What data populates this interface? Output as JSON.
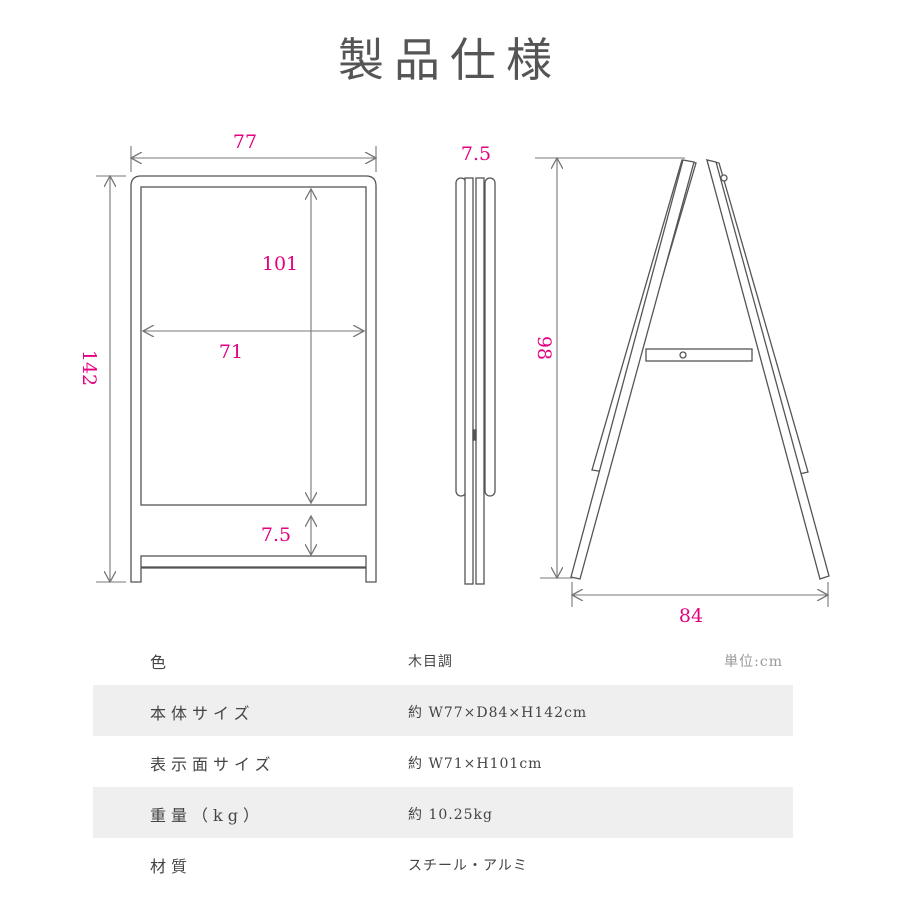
{
  "title": "製品仕様",
  "colors": {
    "dimension_text": "#e4007f",
    "line": "#555555",
    "frame_fill": "#ffffff",
    "row_shade": "#efefef"
  },
  "front_view": {
    "width_label": "77",
    "height_label": "142",
    "display_height_label": "101",
    "display_width_label": "71",
    "gap_label": "7.5"
  },
  "side_view": {
    "depth_label": "7.5"
  },
  "open_view": {
    "height_label": "98",
    "width_label": "84"
  },
  "specs": {
    "unit_note": "単位:cm",
    "rows": [
      {
        "label": "色",
        "value": "木目調"
      },
      {
        "label": "本体サイズ",
        "value": "約 W77×D84×H142cm"
      },
      {
        "label": "表示面サイズ",
        "value": "約 W71×H101cm"
      },
      {
        "label": "重量（kg）",
        "value": "約 10.25kg"
      },
      {
        "label": "材質",
        "value": "スチール・アルミ"
      }
    ]
  }
}
